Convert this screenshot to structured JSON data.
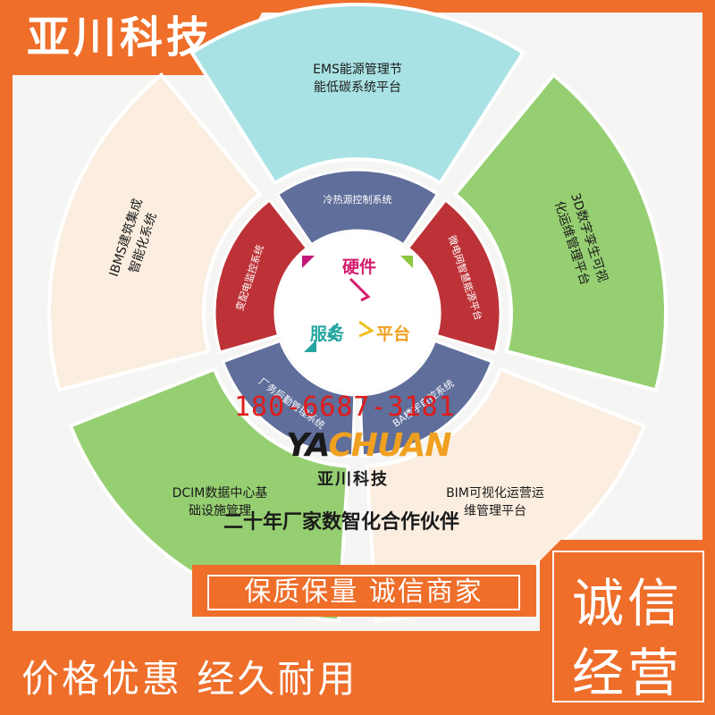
{
  "brand": {
    "title": "亚川科技"
  },
  "wheel": {
    "outer": [
      {
        "lines": [
          "EMS能源管理节",
          "能低碳系统平台"
        ],
        "color": "#a9e2e4"
      },
      {
        "lines": [
          "3D数字孪生可视",
          "化运维管理平台"
        ],
        "color": "#96cf72"
      },
      {
        "lines": [
          "BIM可视化运营运",
          "维管理平台"
        ],
        "color": "#fbeee0"
      },
      {
        "lines": [
          "DCIM数据中心基",
          "础设施管理"
        ],
        "color": "#96cf72"
      },
      {
        "lines": [
          "IBMS建筑集成",
          "智能化系统"
        ],
        "color": "#fbeee0"
      }
    ],
    "inner": [
      {
        "label": "冷热源控制系统",
        "color": "#5f6e9a"
      },
      {
        "label": "微电网智慧能源平台",
        "color": "#bd3237"
      },
      {
        "label": "BA楼宇自控系统",
        "color": "#5f6e9a"
      },
      {
        "label": "厂务后勤管理系统",
        "color": "#5f6e9a"
      },
      {
        "label": "变配电监控系统",
        "color": "#bd3237"
      }
    ],
    "center": {
      "top": "硬件",
      "left": "服务",
      "right": "平台"
    }
  },
  "contact": {
    "phone": "180-6687-3181"
  },
  "logo": {
    "text_a": "YA",
    "text_b": "CHUAN",
    "cn": "亚川科技"
  },
  "tagline": "二十年厂家数智化合作伙伴",
  "slogans": {
    "sub": "保质保量 诚信商家",
    "bottom": "价格优惠 经久耐用",
    "side_line1": "诚信",
    "side_line2": "经营"
  }
}
